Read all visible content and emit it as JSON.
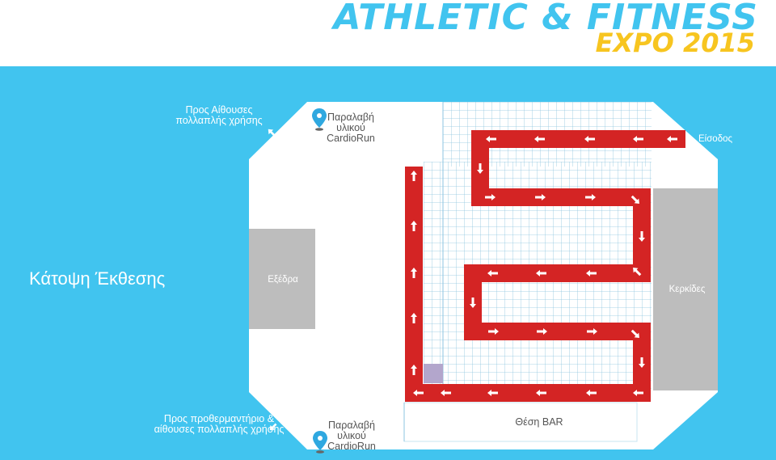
{
  "header": {
    "title_line1": "ATHLETIC & FITNESS",
    "title_line2": "EXPO 2015"
  },
  "map": {
    "plan_title": "Κάτοψη Έκθεσης",
    "to_multipurpose_rooms": "Προς Αίθουσες πολλαπλής χρήσης",
    "pickup_top": "Παραλαβή υλικού CardioRun",
    "pickup_bottom": "Παραλαβή υλικού CardioRun",
    "entrance": "Είσοδος",
    "exedra": "Εξέδρα",
    "stands": "Κερκίδες",
    "bar": "Θέση BAR",
    "to_warmup": "Προς προθερμαντήριο & αίθουσες πολλαπλής χρήσης"
  },
  "colors": {
    "background": "#41c4ef",
    "track": "#d42424",
    "grid": "#8ec5e0",
    "seating": "#bdbdbd",
    "title_blue": "#41c4ef",
    "title_yellow": "#f7c520"
  }
}
